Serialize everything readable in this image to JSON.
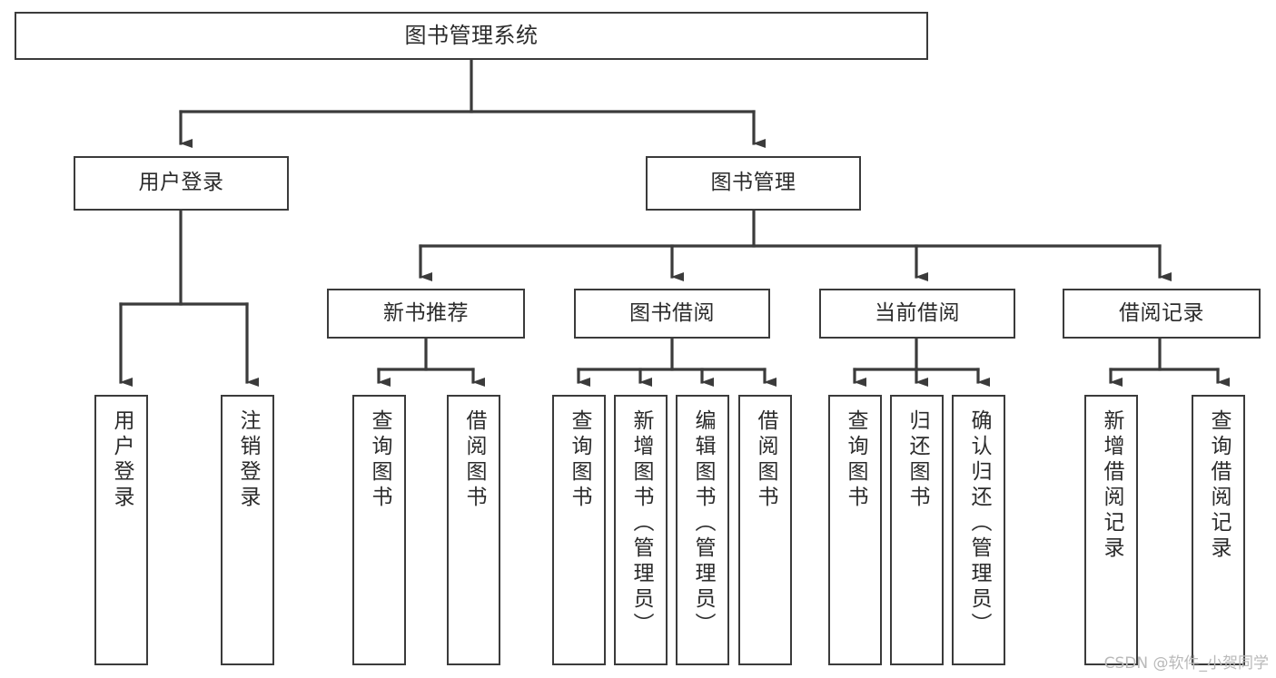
{
  "diagram": {
    "title": "图书管理系统",
    "type": "tree-hierarchy",
    "stroke_color": "#3b3b3b",
    "fill_color": "#ffffff",
    "text_color": "#2b2b2b"
  },
  "root": {
    "label": "图书管理系统"
  },
  "level2": [
    {
      "label": "用户登录"
    },
    {
      "label": "图书管理"
    }
  ],
  "level3": [
    {
      "label": "新书推荐"
    },
    {
      "label": "图书借阅"
    },
    {
      "label": "当前借阅"
    },
    {
      "label": "借阅记录"
    }
  ],
  "leaves": {
    "user_login": [
      {
        "label": "用户登录"
      },
      {
        "label": "注销登录"
      }
    ],
    "new_book_recommend": [
      {
        "label": "查询图书"
      },
      {
        "label": "借阅图书"
      }
    ],
    "book_borrow": [
      {
        "label": "查询图书"
      },
      {
        "label": "新增图书（管理员）"
      },
      {
        "label": "编辑图书（管理员）"
      },
      {
        "label": "借阅图书"
      }
    ],
    "current_borrow": [
      {
        "label": "查询图书"
      },
      {
        "label": "归还图书"
      },
      {
        "label": "确认归还（管理员）"
      }
    ],
    "borrow_record": [
      {
        "label": "新增借阅记录"
      },
      {
        "label": "查询借阅记录"
      }
    ]
  },
  "watermark": {
    "text": "CSDN @软件_小贺同学"
  }
}
